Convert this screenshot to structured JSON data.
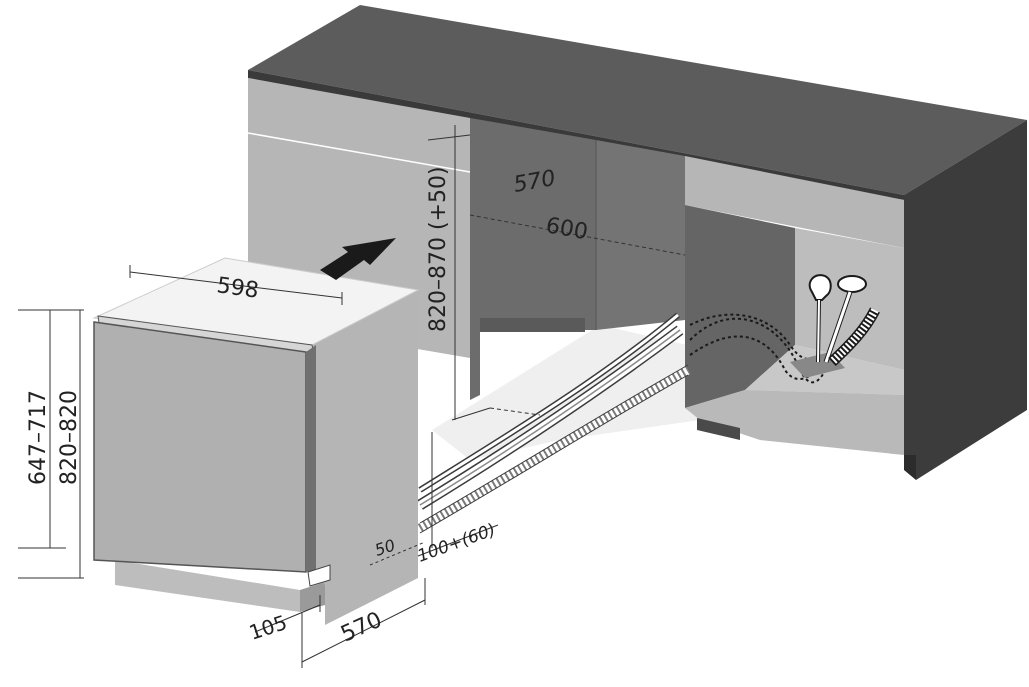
{
  "dimensions": {
    "dishwasher_width": "598",
    "dishwasher_depth": "570",
    "niche_height_range": "820–870 (+50)",
    "niche_depth": "570",
    "niche_width": "600",
    "door_height_range": "647–717",
    "unit_height_range": "820–820",
    "plinth_height": "105",
    "plinth_gap": "50",
    "plinth_setback": "100+(60)"
  },
  "colors": {
    "counter_top": "#5a5a5a",
    "cabinet_front": "#b4b4b4",
    "cabinet_dark": "#6e6e6e",
    "cabinet_side": "#3e3e3e",
    "floor": "#ececec",
    "dishwasher_top": "#f3f3f3",
    "dishwasher_side": "#b5b5b5",
    "dishwasher_door": "#b0b0b0",
    "arrow": "#1a1a1a"
  }
}
